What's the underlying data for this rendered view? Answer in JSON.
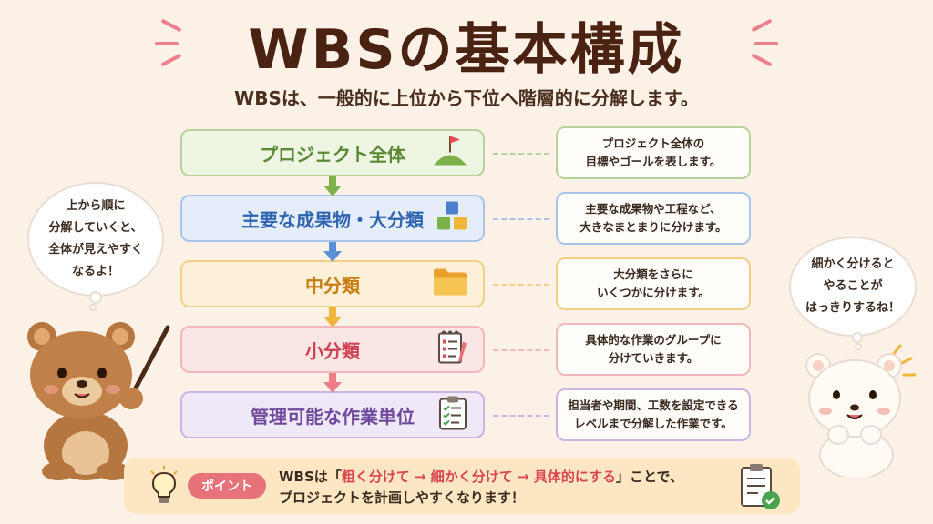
{
  "title": "WBSの基本構成",
  "subtitle": "WBSは、一般的に上位から下位へ階層的に分解します。",
  "levels": [
    {
      "label": "プロジェクト全体",
      "icon": "flag-on-hill-icon",
      "color": "#5a8a34",
      "border": "#b8d39a",
      "bg": "#eef5e2",
      "desc_line1": "プロジェクト全体の",
      "desc_line2": "目標やゴールを表します。"
    },
    {
      "label": "主要な成果物・大分類",
      "icon": "blocks-icon",
      "color": "#2f64b0",
      "border": "#a9c4ea",
      "bg": "#e4edf9",
      "desc_line1": "主要な成果物や工程など、",
      "desc_line2": "大きなまとまりに分けます。"
    },
    {
      "label": "中分類",
      "icon": "folder-icon",
      "color": "#c97c10",
      "border": "#f3cf86",
      "bg": "#fcf0d8",
      "desc_line1": "大分類をさらに",
      "desc_line2": "いくつかに分けます。"
    },
    {
      "label": "小分類",
      "icon": "notepad-icon",
      "color": "#cf4152",
      "border": "#f2b7bd",
      "bg": "#fbe6e6",
      "desc_line1": "具体的な作業のグループに",
      "desc_line2": "分けていきます。"
    },
    {
      "label": "管理可能な作業単位",
      "icon": "clipboard-checklist-icon",
      "color": "#6f4a9c",
      "border": "#cab4e3",
      "bg": "#efe8f7",
      "desc_line1": "担当者や期間、工数を設定できる",
      "desc_line2": "レベルまで分解した作業です。"
    }
  ],
  "arrow_colors": [
    "#7fb24a",
    "#5b8fd6",
    "#f0b63a",
    "#ee7d86"
  ],
  "left_bubble": {
    "line1": "上から順に",
    "line2": "分解していくと、",
    "line3": "全体が見えやすく",
    "line4": "なるよ！"
  },
  "right_bubble": {
    "line1": "細かく分けると",
    "line2": "やることが",
    "line3": "はっきりするね！"
  },
  "point": {
    "badge": "ポイント",
    "line1_before": "WBSは「",
    "line1_highlight": "粗く分けて → 細かく分けて → 具体的にする",
    "line1_after": "」ことで、",
    "line2": "プロジェクトを計画しやすくなります！"
  }
}
